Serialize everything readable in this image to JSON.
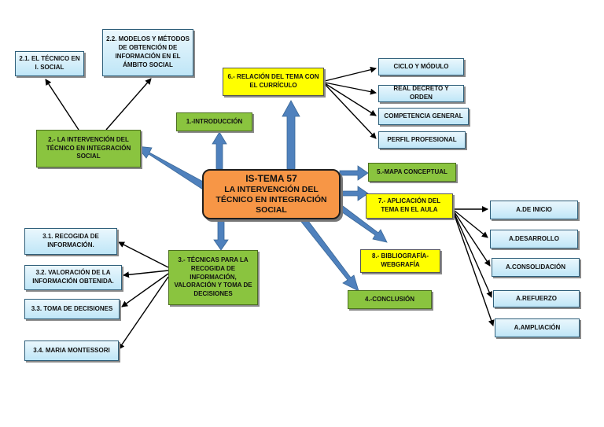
{
  "center": {
    "title": "IS-TEMA 57",
    "subtitle": "LA INTERVENCIÓN DEL TÉCNICO EN INTEGRACIÓN SOCIAL"
  },
  "nodes": {
    "n1": "1.-INTRODUCCIÓN",
    "n2": "2.- LA INTERVENCIÓN DEL TÉCNICO EN INTEGRACIÓN SOCIAL",
    "n2_1": "2.1. EL TÉCNICO EN I. SOCIAL",
    "n2_2": "2.2. MODELOS Y MÉTODOS DE OBTENCIÓN DE INFORMACIÓN EN EL ÁMBITO SOCIAL",
    "n3": "3.- TÉCNICAS PARA LA RECOGIDA DE INFORMACIÓN, VALORACIÓN Y TOMA DE DECISIONES",
    "n3_1": "3.1. RECOGIDA DE INFORMACIÓN.",
    "n3_2": "3.2. VALORACIÓN DE LA INFORMACIÓN OBTENIDA.",
    "n3_3": "3.3. TOMA DE DECISIONES",
    "n3_4": "3.4. MARIA MONTESSORI",
    "n4": "4.-CONCLUSIÓN",
    "n5": "5.-MAPA CONCEPTUAL",
    "n6": "6.- RELACIÓN DEL TEMA CON EL CURRÍCULO",
    "n6_a": "CICLO Y MÓDULO",
    "n6_b": "REAL DECRETO Y ORDEN",
    "n6_c": "COMPETENCIA GENERAL",
    "n6_d": "PERFIL PROFESIONAL",
    "n7": "7.- APLICACIÓN DEL TEMA EN EL AULA",
    "n7_a": "A.DE INICIO",
    "n7_b": "A.DESARROLLO",
    "n7_c": "A.CONSOLIDACIÓN",
    "n7_d": "A.REFUERZO",
    "n7_e": "A.AMPLIACIÓN",
    "n8": "8.- BIBLIOGRAFÍA-WEBGRAFÍA"
  },
  "colors": {
    "arrow_blue": "#4f81bd",
    "center_fill": "#f79646",
    "branch_green": "#8ac43f",
    "branch_yellow": "#ffff00",
    "leaf_blue": "#c9ebf9"
  }
}
